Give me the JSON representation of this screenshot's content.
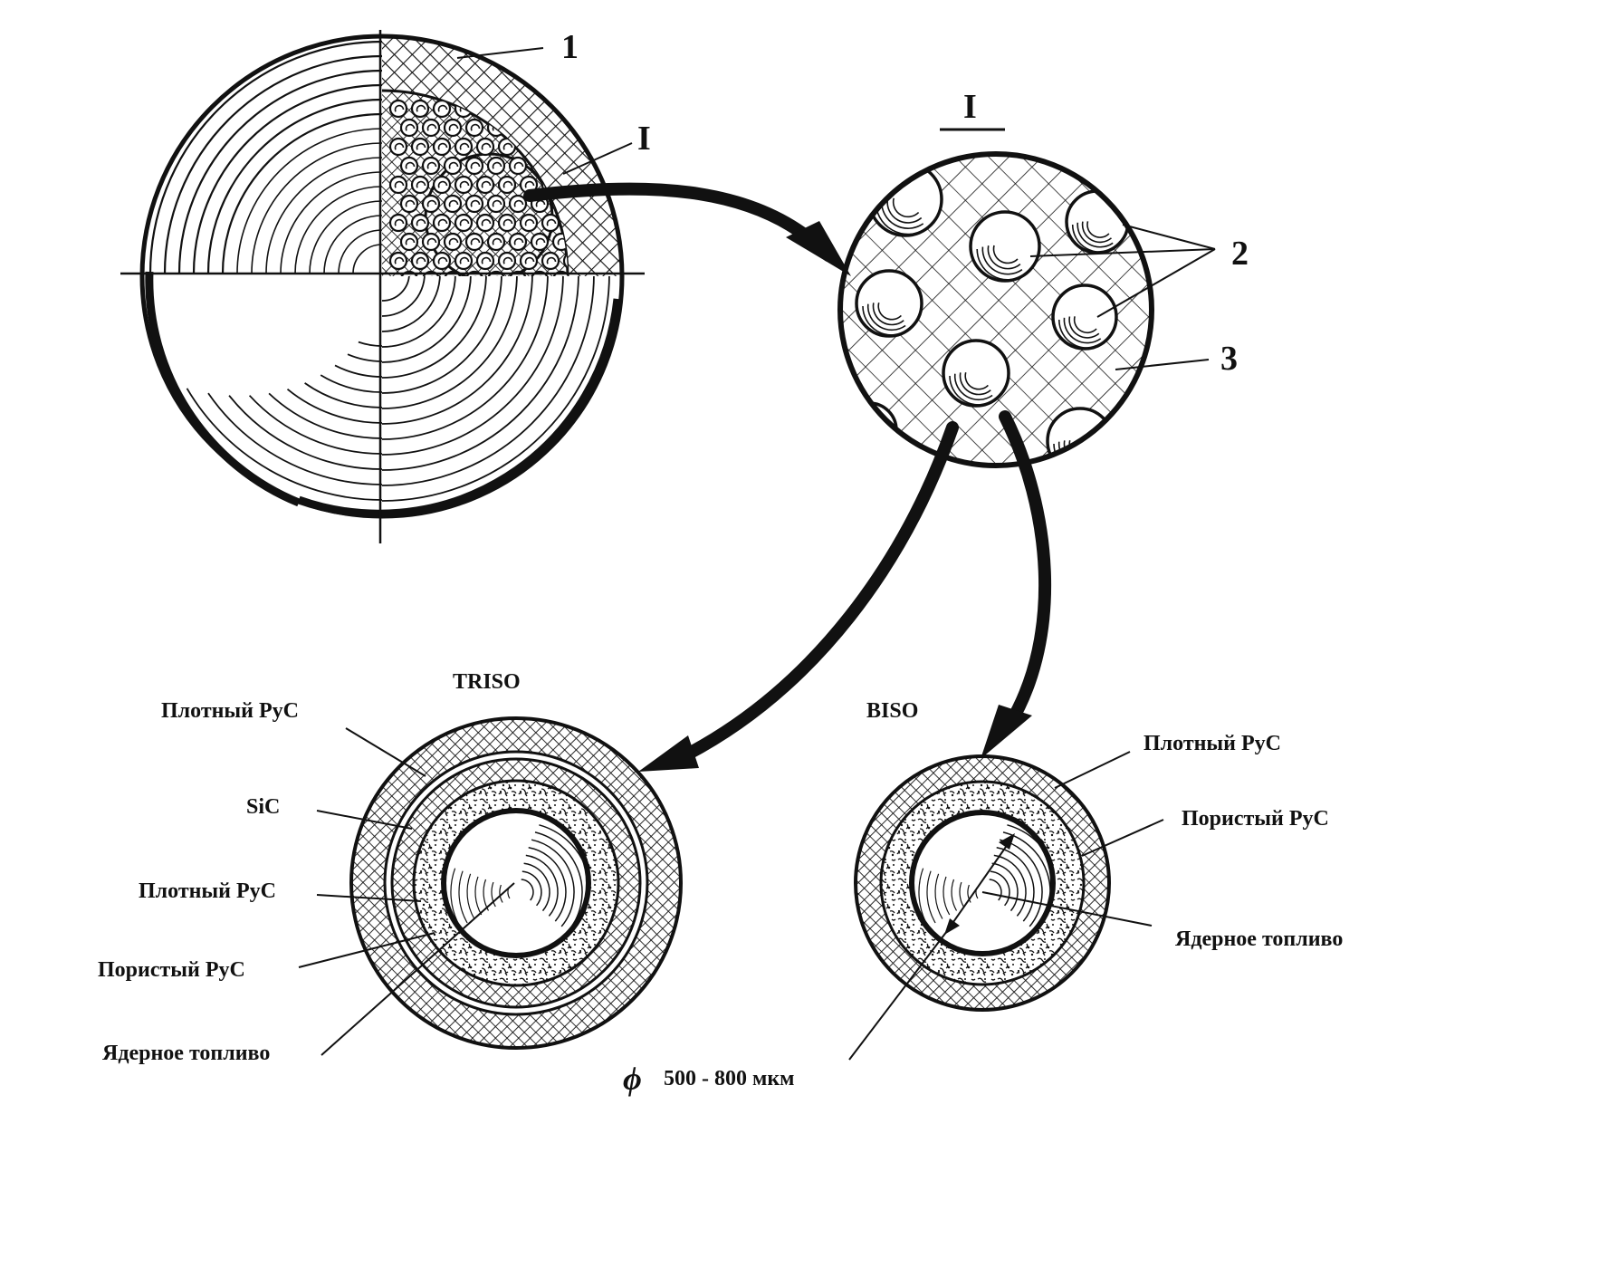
{
  "colors": {
    "ink": "#111111",
    "paper": "#ffffff"
  },
  "pebble": {
    "label_1": "1",
    "label_I": "I"
  },
  "detail": {
    "title": "I",
    "label_2": "2",
    "label_3": "3"
  },
  "triso": {
    "title": "TRISO",
    "dense_pyc_outer": "Плотный РуС",
    "sic": "SiC",
    "dense_pyc_inner": "Плотный РуС",
    "porous_pyc": "Пористый РуС",
    "fuel": "Ядерное топливо"
  },
  "biso": {
    "title": "BISO",
    "dense_pyc": "Плотный РуС",
    "porous_pyc": "Пористый РуС",
    "fuel": "Ядерное топливо"
  },
  "diameter": {
    "symbol": "ϕ",
    "text": "500 - 800 мкм"
  }
}
